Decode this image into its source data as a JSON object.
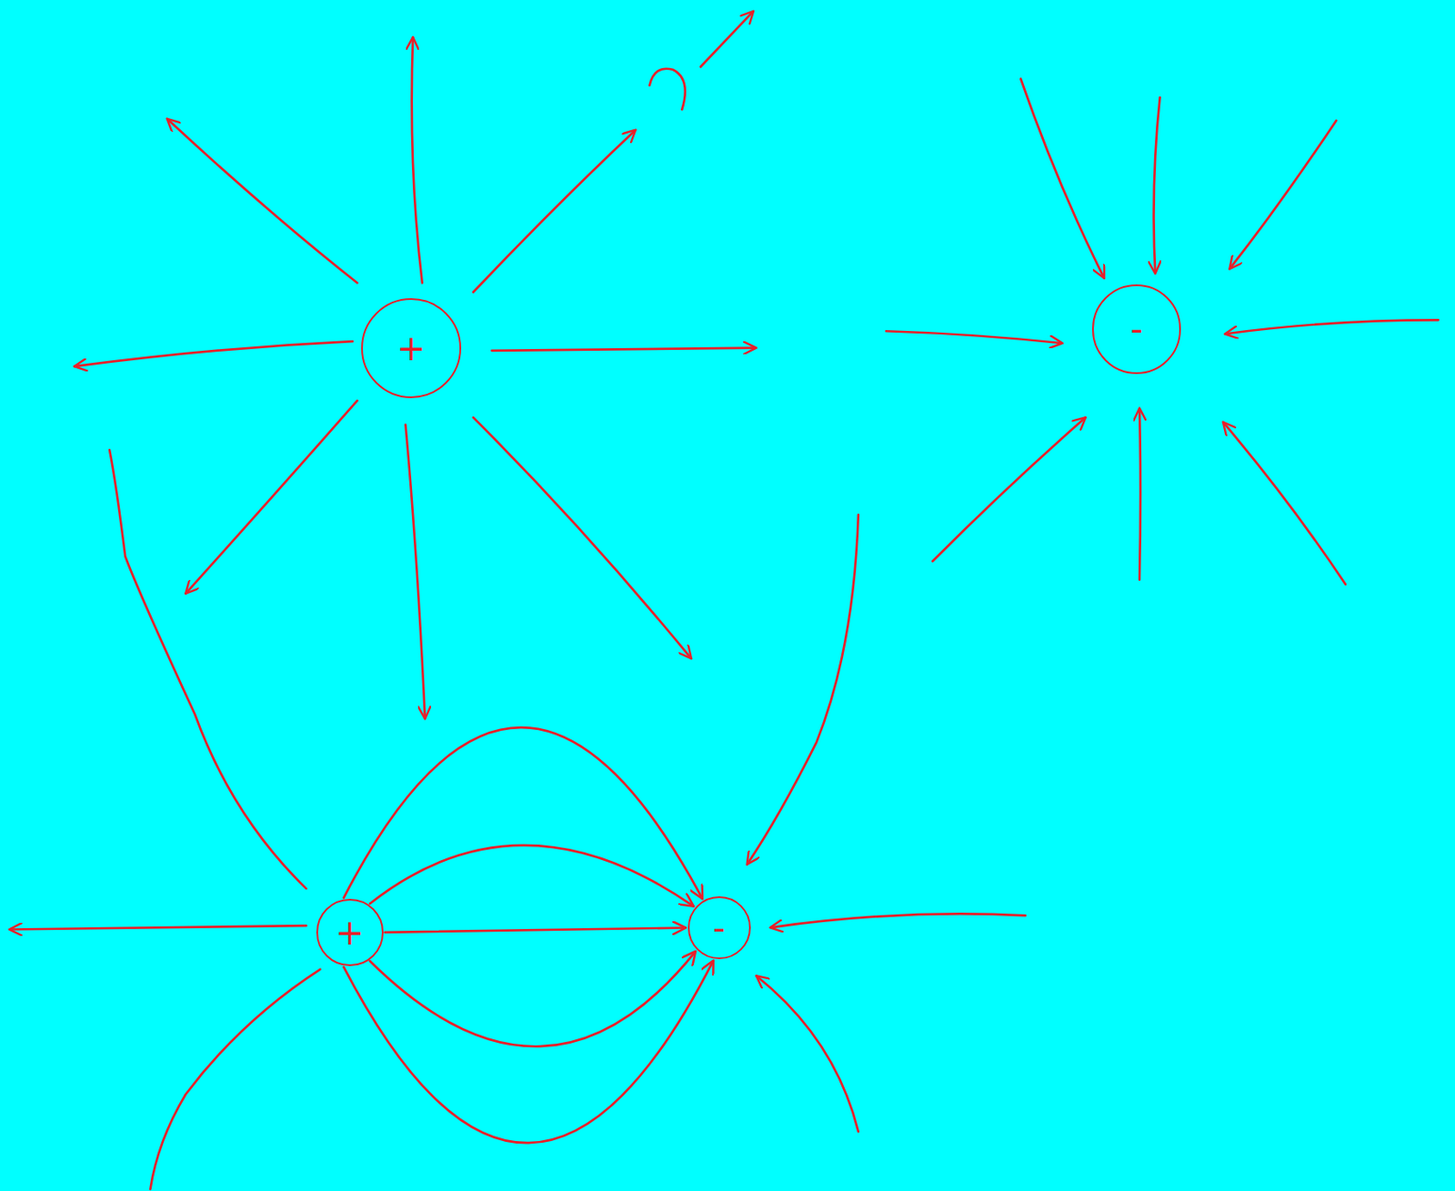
{
  "diagram": {
    "nodes": [
      {
        "text": [
          "+"
        ]
      },
      {
        "text": [
          "-"
        ]
      },
      {
        "text": [
          "+"
        ]
      },
      {
        "text": [
          "-"
        ]
      }
    ],
    "edges": [
      {
        "from": 2,
        "to": 3,
        "arrow": "to"
      },
      {
        "from": 2,
        "to": 3,
        "arrow": "to"
      },
      {
        "from": 2,
        "to": 3,
        "arrow": "to"
      },
      {
        "from": 2,
        "to": 3,
        "arrow": "to"
      },
      {
        "from": 2,
        "to": 3,
        "arrow": "to"
      }
    ]
  }
}
